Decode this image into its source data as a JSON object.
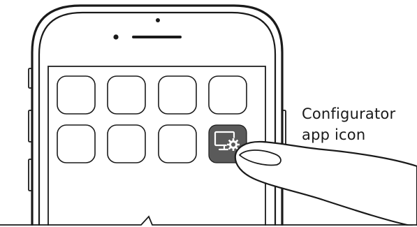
{
  "callout": {
    "line1": "Configurator",
    "line2": "app icon"
  },
  "homescreen": {
    "rows": 2,
    "columns": 4,
    "highlighted_app": "configurator-app-icon"
  },
  "colors": {
    "outline": "#1a1a1a",
    "app_icon_fill": "#5a5a5a",
    "app_icon_glyph": "#ffffff",
    "background": "#ffffff"
  },
  "icons": {
    "device": "smartphone-icon",
    "gesture": "finger-tap-icon",
    "app": "configurator-app-icon"
  }
}
